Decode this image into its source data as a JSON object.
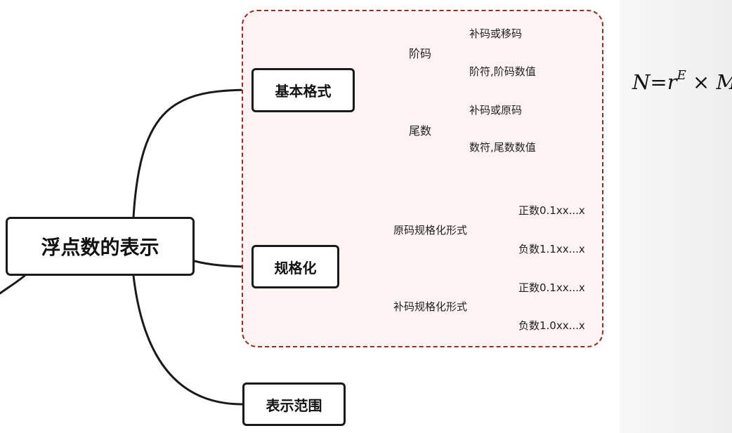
{
  "mindmap": {
    "root": "浮点数的表示",
    "basic_format": {
      "label": "基本格式",
      "exponent": {
        "label": "阶码",
        "items": [
          "补码或移码",
          "阶符,阶码数值"
        ]
      },
      "mantissa": {
        "label": "尾数",
        "items": [
          "补码或原码",
          "数符,尾数数值"
        ]
      }
    },
    "normalization": {
      "label": "规格化",
      "sign_magnitude": {
        "label": "原码规格化形式",
        "items": [
          "正数0.1xx...x",
          "负数1.1xx...x"
        ]
      },
      "twos_complement": {
        "label": "补码规格化形式",
        "items": [
          "正数0.1xx...x",
          "负数1.0xx...x"
        ]
      }
    },
    "range": {
      "label": "表示范围"
    }
  },
  "formula": {
    "N": "N",
    "eq": "=",
    "r": "r",
    "E": "E",
    "times": "×",
    "M": "M"
  },
  "colors": {
    "group_border": "#9a2a22",
    "group_fill": "#fdf3f2",
    "node_border": "#1a1a1a"
  }
}
